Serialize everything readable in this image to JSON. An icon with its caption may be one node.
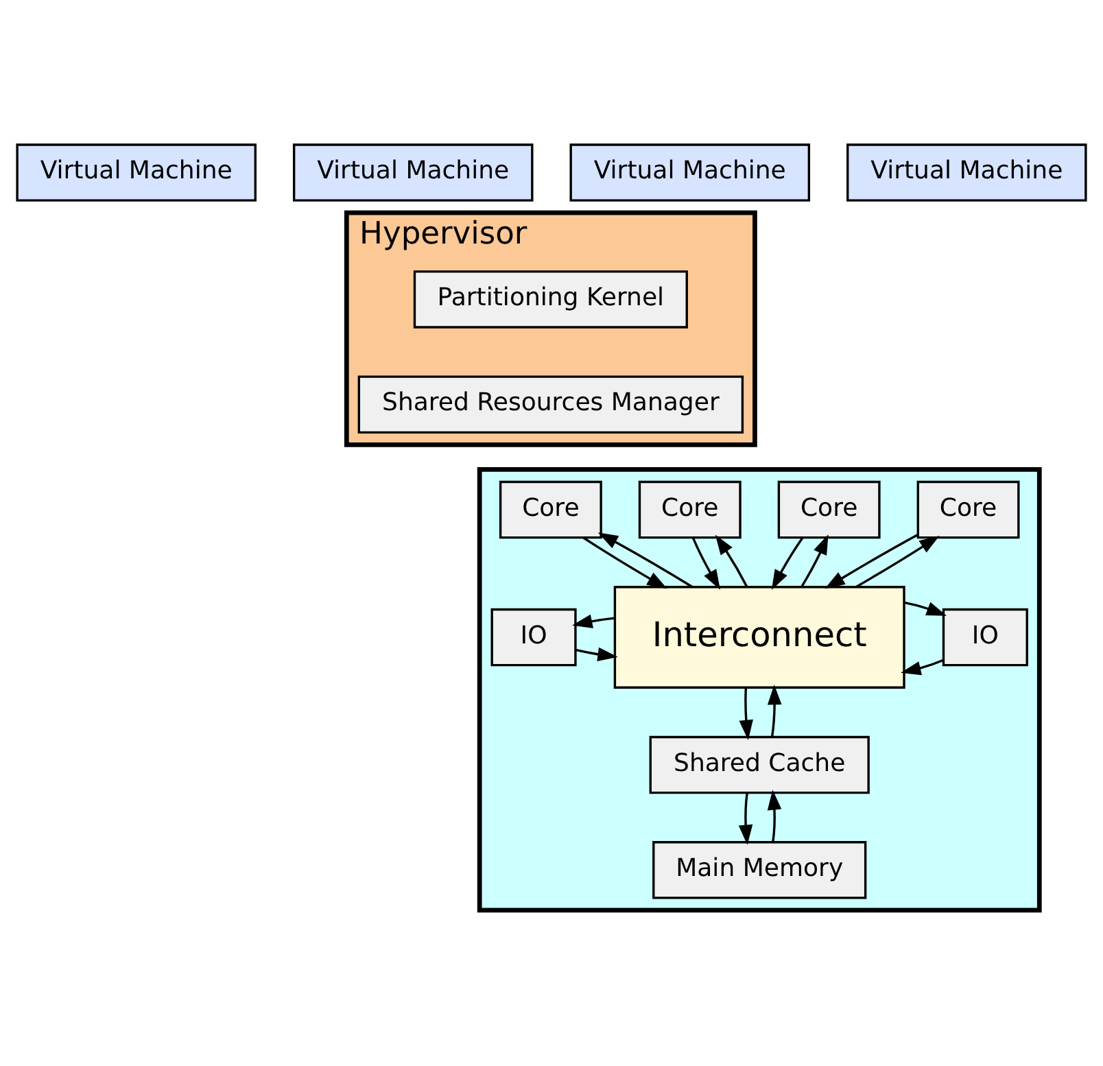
{
  "diagram": {
    "nodes": [
      {
        "text": [
          "Virtual Machine"
        ]
      },
      {
        "text": [
          "Virtual Machine"
        ]
      },
      {
        "text": [
          "Virtual Machine"
        ]
      },
      {
        "text": [
          "Virtual Machine"
        ]
      },
      {
        "text": [
          "Hypervisor"
        ]
      },
      {
        "text": [
          "Partitioning Kernel"
        ],
        "in": 4
      },
      {
        "text": [
          "Shared Resources Manager"
        ],
        "in": 4
      },
      {
        "text": [],
        "shape": "box"
      },
      {
        "text": [
          "Core"
        ],
        "in": 7
      },
      {
        "text": [
          "Core"
        ],
        "in": 7
      },
      {
        "text": [
          "Core"
        ],
        "in": 7
      },
      {
        "text": [
          "Core"
        ],
        "in": 7
      },
      {
        "text": [
          "IO"
        ],
        "in": 7
      },
      {
        "text": [
          "Interconnect"
        ],
        "in": 7
      },
      {
        "text": [
          "IO"
        ],
        "in": 7
      },
      {
        "text": [
          "Shared Cache"
        ],
        "in": 7
      },
      {
        "text": [
          "Main Memory"
        ],
        "in": 7
      }
    ],
    "edges": [
      {
        "from": 8,
        "to": 13,
        "arrow": "to"
      },
      {
        "from": 13,
        "to": 8,
        "arrow": "to"
      },
      {
        "from": 9,
        "to": 13,
        "arrow": "to"
      },
      {
        "from": 13,
        "to": 9,
        "arrow": "to"
      },
      {
        "from": 10,
        "to": 13,
        "arrow": "to"
      },
      {
        "from": 13,
        "to": 10,
        "arrow": "to"
      },
      {
        "from": 11,
        "to": 13,
        "arrow": "to"
      },
      {
        "from": 13,
        "to": 11,
        "arrow": "to"
      },
      {
        "from": 12,
        "to": 13,
        "arrow": "to"
      },
      {
        "from": 13,
        "to": 12,
        "arrow": "to"
      },
      {
        "from": 14,
        "to": 13,
        "arrow": "to"
      },
      {
        "from": 13,
        "to": 14,
        "arrow": "to"
      },
      {
        "from": 13,
        "to": 15,
        "arrow": "to"
      },
      {
        "from": 15,
        "to": 13,
        "arrow": "to"
      },
      {
        "from": 15,
        "to": 16,
        "arrow": "to"
      },
      {
        "from": 16,
        "to": 15,
        "arrow": "to"
      }
    ]
  }
}
